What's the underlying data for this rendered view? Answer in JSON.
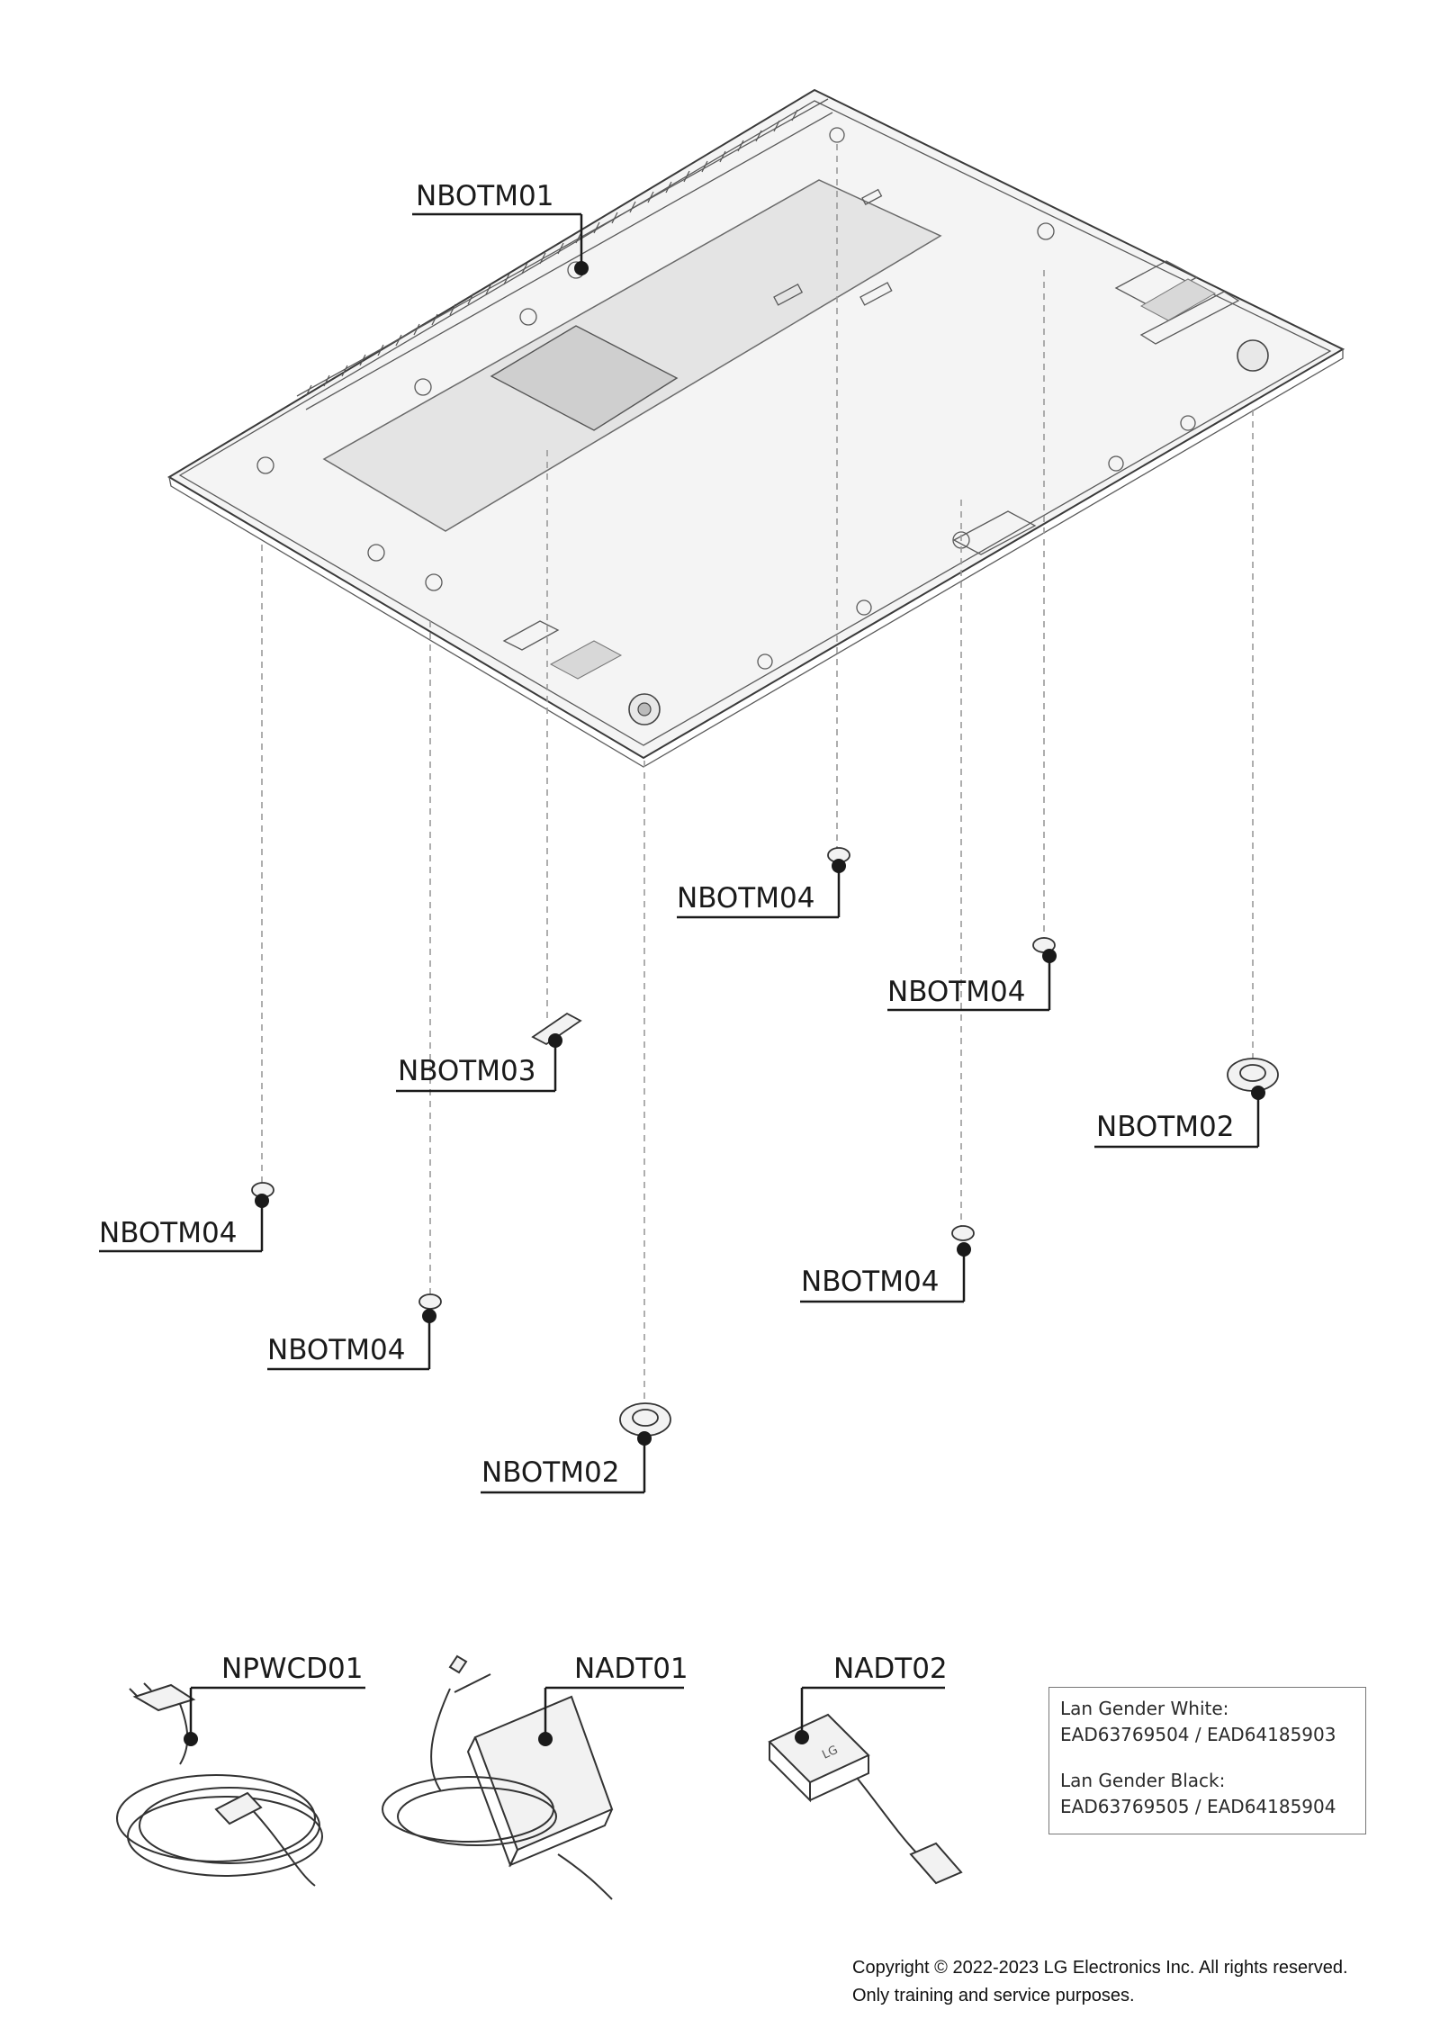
{
  "labels": {
    "nbotm01": "NBOTM01",
    "nbotm02": "NBOTM02",
    "nbotm03": "NBOTM03",
    "nbotm04": "NBOTM04",
    "npwcd01": "NPWCD01",
    "nadt01": "NADT01",
    "nadt02": "NADT02"
  },
  "info_box": {
    "white_title": "Lan Gender White:",
    "white_parts": "EAD63769504 / EAD64185903",
    "black_title": "Lan Gender Black:",
    "black_parts": "EAD63769505 / EAD64185904"
  },
  "adapter_logo": "LG",
  "copyright": {
    "line1": "Copyright © 2022-2023 LG Electronics Inc. All rights reserved.",
    "line2": "Only training and service purposes."
  }
}
